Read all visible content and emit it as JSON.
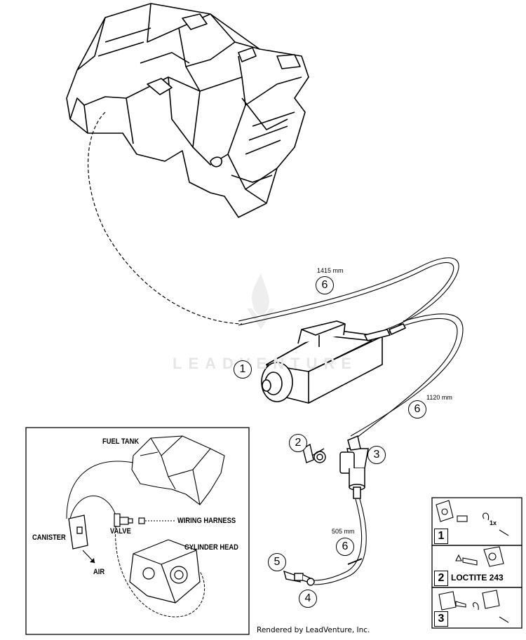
{
  "watermark": "LEADVENTURE",
  "measurements": {
    "hose_top": "1415 mm",
    "hose_right": "1120 mm",
    "hose_bottom": "505 mm"
  },
  "callouts": [
    "1",
    "2",
    "3",
    "4",
    "5",
    "6"
  ],
  "inset": {
    "fuel_tank": "FUEL TANK",
    "canister": "CANISTER",
    "valve": "VALVE",
    "wiring_harness": "WIRING HARNESS",
    "cylinder_head": "CYLINDER HEAD",
    "air": "AIR"
  },
  "legend": {
    "items": [
      {
        "num": "1",
        "note": "1x"
      },
      {
        "num": "2",
        "note": "LOCTITE 243"
      },
      {
        "num": "3",
        "note": ""
      }
    ]
  },
  "footer": "Rendered by LeadVenture, Inc."
}
